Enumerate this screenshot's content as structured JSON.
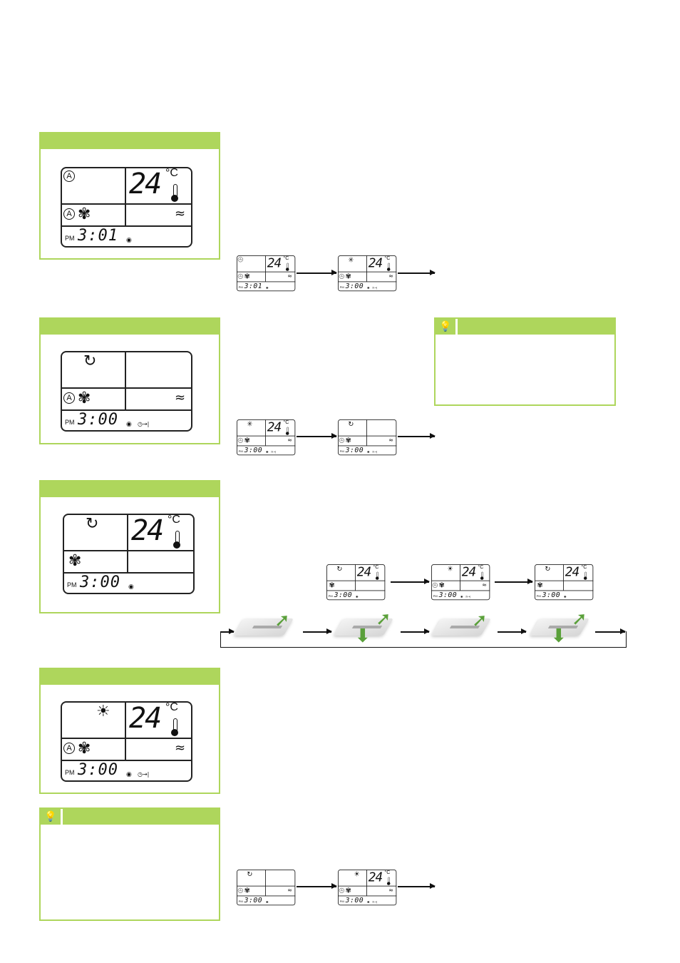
{
  "lcds": {
    "big1": {
      "mode": "auto",
      "mode_label": "A",
      "temp": "24",
      "unit": "°C",
      "fan_auto": "A",
      "fan": true,
      "swing": true,
      "pm": "PM",
      "time": "3:01",
      "signal": true,
      "timer": false
    },
    "r1a": {
      "mode": "auto",
      "mode_label": "A",
      "temp": "24",
      "unit": "°C",
      "fan_auto": "A",
      "fan": true,
      "swing": true,
      "pm": "PM",
      "time": "3:01",
      "signal": true,
      "timer": false
    },
    "r1b": {
      "mode": "cool",
      "temp": "24",
      "unit": "°C",
      "fan_auto": "A",
      "fan": true,
      "swing": true,
      "pm": "PM",
      "time": "3:00",
      "signal": true,
      "timer": true
    },
    "big2": {
      "mode": "dry",
      "temp": null,
      "fan_auto": "A",
      "fan": true,
      "swing": true,
      "pm": "PM",
      "time": "3:00",
      "signal": true,
      "timer": true
    },
    "r2a": {
      "mode": "cool",
      "temp": "24",
      "unit": "°C",
      "fan_auto": "A",
      "fan": true,
      "swing": true,
      "pm": "PM",
      "time": "3:00",
      "signal": true,
      "timer": true
    },
    "r2b": {
      "mode": "dry",
      "temp": null,
      "fan_auto": "A",
      "fan": true,
      "swing": true,
      "pm": "PM",
      "time": "3:00",
      "signal": true,
      "timer": true
    },
    "big3": {
      "mode": "dry",
      "temp": "24",
      "unit": "°C",
      "fan_auto": null,
      "fan": true,
      "swing": false,
      "pm": "PM",
      "time": "3:00",
      "signal": true,
      "timer": false
    },
    "r3a": {
      "mode": "dry",
      "temp": "24",
      "unit": "°C",
      "fan_auto": null,
      "fan": true,
      "swing": false,
      "pm": "PM",
      "time": "3:00",
      "signal": true,
      "timer": false
    },
    "r3b": {
      "mode": "heat",
      "temp": "24",
      "unit": "°C",
      "fan_auto": "A",
      "fan": true,
      "swing": true,
      "pm": "PM",
      "time": "3:00",
      "signal": true,
      "timer": true
    },
    "r3c": {
      "mode": "dry",
      "temp": "24",
      "unit": "°C",
      "fan_auto": null,
      "fan": true,
      "swing": false,
      "pm": "PM",
      "time": "3:00",
      "signal": true,
      "timer": false
    },
    "big4": {
      "mode": "heat",
      "temp": "24",
      "unit": "°C",
      "fan_auto": "A",
      "fan": true,
      "swing": true,
      "pm": "PM",
      "time": "3:00",
      "signal": true,
      "timer": true
    },
    "r4a": {
      "mode": "dry",
      "temp": null,
      "fan_auto": "A",
      "fan": true,
      "swing": true,
      "pm": "PM",
      "time": "3:00",
      "signal": true,
      "timer": false
    },
    "r4b": {
      "mode": "heat",
      "temp": "24",
      "unit": "°C",
      "fan_auto": "A",
      "fan": true,
      "swing": true,
      "pm": "PM",
      "time": "3:00",
      "signal": true,
      "timer": true
    }
  },
  "icons": {
    "tip": "lightbulb-icon",
    "fan": "fan-icon",
    "swing": "swing-icon",
    "cool": "snowflake-icon",
    "heat": "sun-icon",
    "dry": "dry-icon",
    "auto": "auto-icon"
  },
  "colors": {
    "accent": "#aed65c",
    "line": "#222222",
    "arrow_green": "#5aa03a"
  }
}
